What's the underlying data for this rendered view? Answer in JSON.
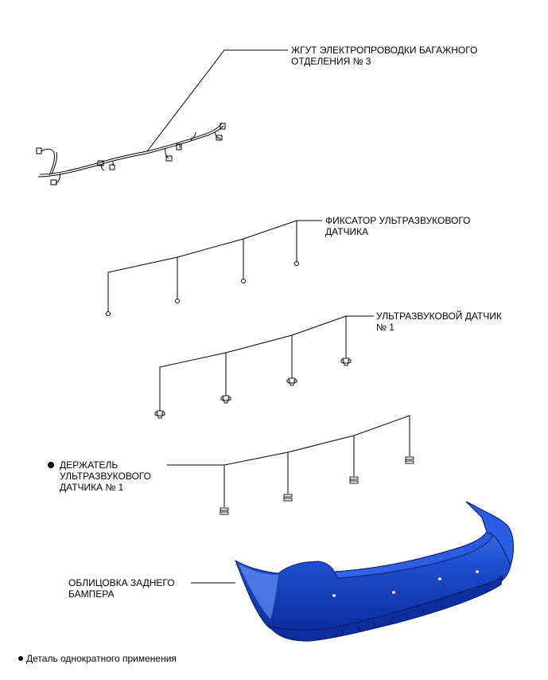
{
  "labels": {
    "wire_harness": "ЖГУТ ЭЛЕКТРОПРОВОДКИ БАГАЖНОГО\nОТДЕЛЕНИЯ № 3",
    "sensor_retainer": "ФИКСАТОР УЛЬТРАЗВУКОВОГО\nДАТЧИКА",
    "ultrasonic_sensor": "УЛЬТРАЗВУКОВОЙ ДАТЧИК\n№ 1",
    "sensor_holder": "ДЕРЖАТЕЛЬ\nУЛЬТРАЗВУКОВОГО\nДАТЧИКА № 1",
    "bumper_cover": "ОБЛИЦОВКА ЗАДНЕГО\nБАМПЕРА"
  },
  "legend": {
    "text": "Деталь однократного применения"
  },
  "colors": {
    "bumper_fill": "#1f4fd0",
    "bumper_highlight": "#4f86ff",
    "bumper_shadow": "#0a2a9a",
    "line": "#000000"
  }
}
